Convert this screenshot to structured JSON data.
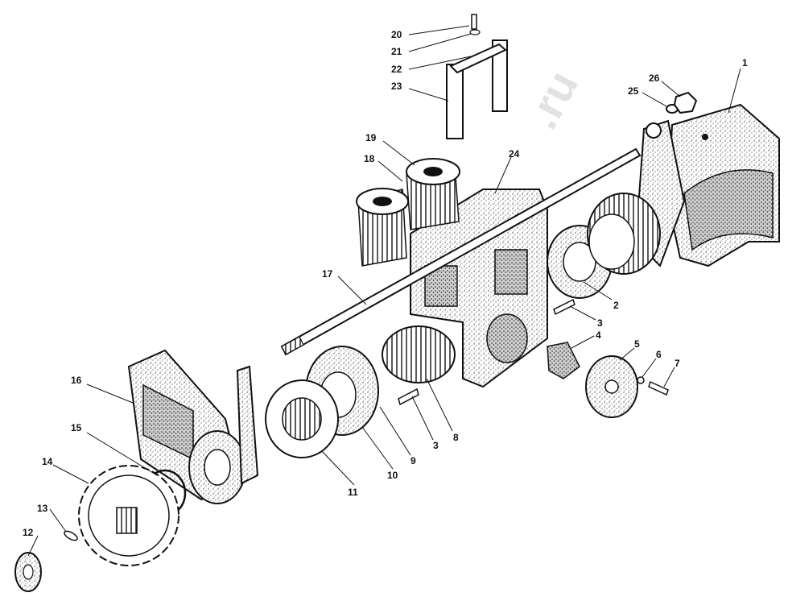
{
  "colors": {
    "ink": "#111111",
    "paper": "#ffffff",
    "stipple": "#555555"
  },
  "callouts": [
    "1",
    "2",
    "3",
    "4",
    "5",
    "6",
    "7",
    "8",
    "9",
    "10",
    "11",
    "12",
    "13",
    "14",
    "15",
    "16",
    "17",
    "18",
    "19",
    "20",
    "21",
    "22",
    "23",
    "24",
    "25",
    "26",
    "3"
  ],
  "watermark": ".ru"
}
